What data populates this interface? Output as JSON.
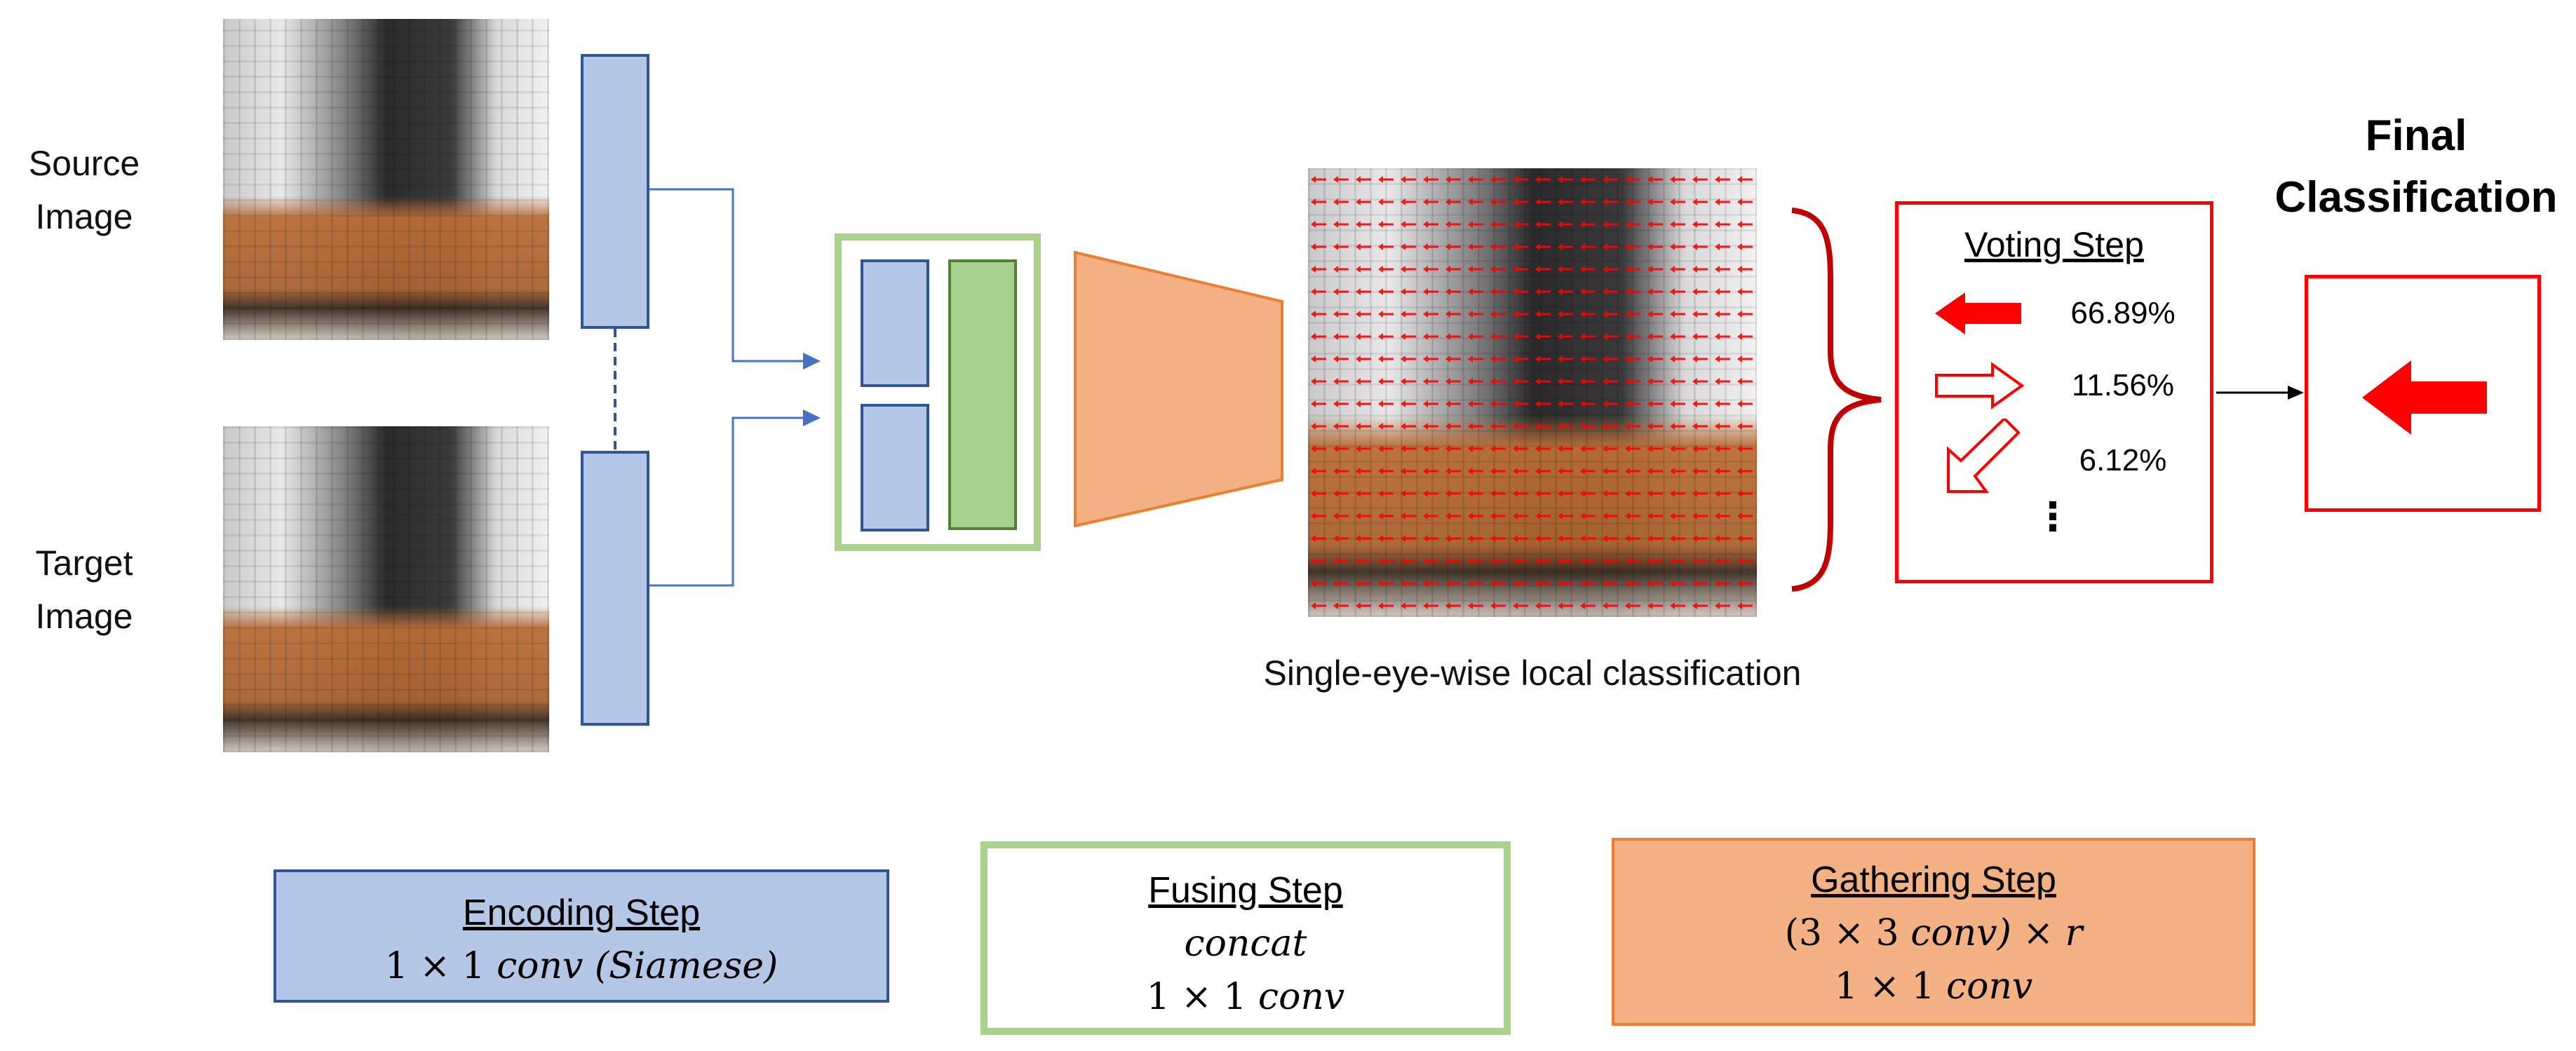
{
  "inputs": {
    "source_label_line1": "Source",
    "source_label_line2": "Image",
    "target_label_line1": "Target",
    "target_label_line2": "Image"
  },
  "local_classification_caption": "Single-eye-wise local classification",
  "voting": {
    "title": "Voting Step",
    "rows": [
      {
        "icon": "filled-left-arrow-icon",
        "percent": "66.89%"
      },
      {
        "icon": "outline-right-arrow-icon",
        "percent": "11.56%"
      },
      {
        "icon": "outline-down-left-arrow-icon",
        "percent": "6.12%"
      }
    ],
    "ellipsis": "⋮"
  },
  "final": {
    "title_line1": "Final",
    "title_line2": "Classification",
    "icon": "left-arrow-icon"
  },
  "legend": {
    "encoding": {
      "title": "Encoding Step",
      "line2_prefix": "1 × 1 ",
      "line2_conv": "conv",
      "line2_siamese": "(Siamese)"
    },
    "fusing": {
      "title": "Fusing Step",
      "line2": "concat",
      "line3_prefix": "1 × 1 ",
      "line3_conv": "conv"
    },
    "gathering": {
      "title": "Gathering Step",
      "line2_prefix": "(3 × 3 ",
      "line2_conv": "conv",
      "line2_suffix": ") × r",
      "line3_prefix": "1 × 1 ",
      "line3_conv": "conv"
    }
  },
  "colors": {
    "encoding_fill": "#b4c7e7",
    "encoding_border": "#2f5597",
    "fusing_border": "#a9d18e",
    "fusing_fill": "#a9d18e",
    "gathering_fill": "#f4b183",
    "gathering_border": "#ed7d31",
    "red": "#ff0000",
    "brace": "#c00000"
  }
}
